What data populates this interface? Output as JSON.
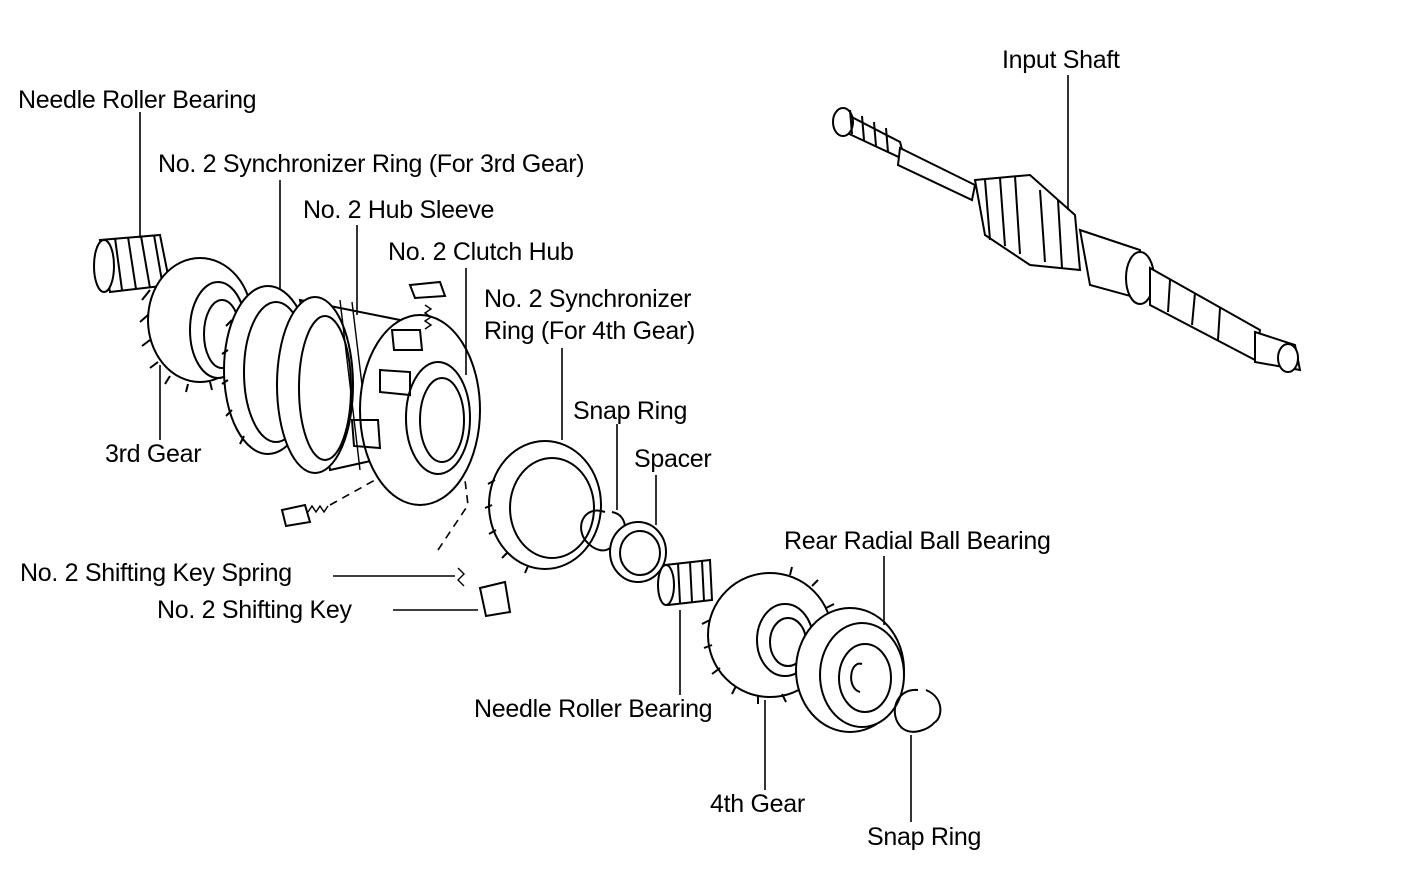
{
  "labels": {
    "input_shaft": "Input Shaft",
    "needle_roller_bearing_top": "Needle Roller Bearing",
    "synchro_ring_3rd": "No. 2 Synchronizer Ring (For 3rd Gear)",
    "hub_sleeve": "No. 2 Hub Sleeve",
    "clutch_hub": "No. 2 Clutch Hub",
    "synchro_ring_4th_line1": "No. 2 Synchronizer",
    "synchro_ring_4th_line2": "Ring (For 4th Gear)",
    "snap_ring_upper": "Snap Ring",
    "spacer": "Spacer",
    "third_gear": "3rd Gear",
    "rear_radial_ball_bearing": "Rear Radial Ball Bearing",
    "shifting_key_spring": "No. 2 Shifting Key Spring",
    "shifting_key": "No. 2 Shifting Key",
    "needle_roller_bearing_bottom": "Needle Roller Bearing",
    "fourth_gear": "4th Gear",
    "snap_ring_lower": "Snap Ring"
  }
}
